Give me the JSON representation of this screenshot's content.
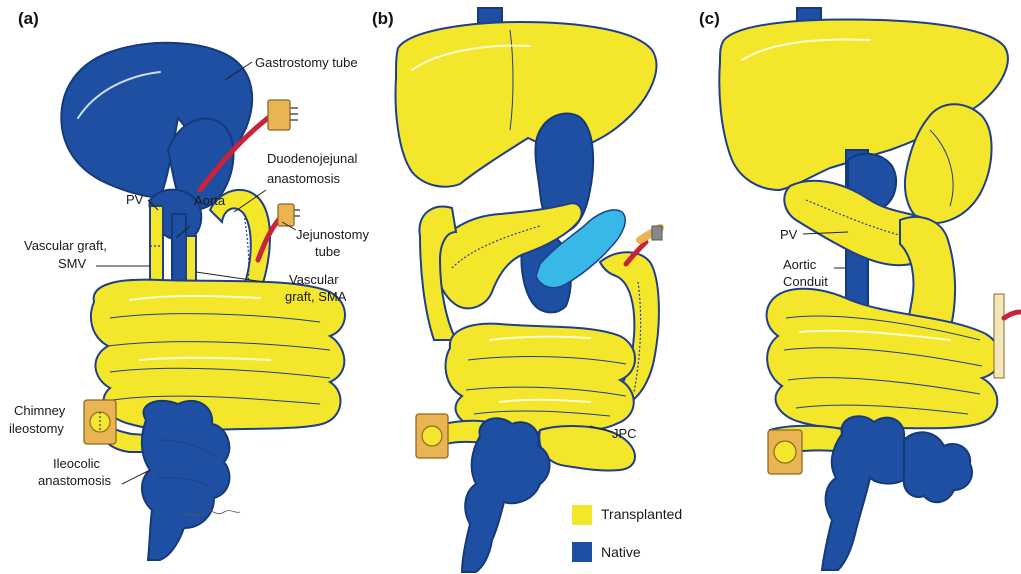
{
  "panels": {
    "a": "(a)",
    "b": "(b)",
    "c": "(c)"
  },
  "labels_a": {
    "gastrostomy": "Gastrostomy tube",
    "duodeno_1": "Duodenojejunal",
    "duodeno_2": "anastomosis",
    "pv": "PV",
    "aorta": "Aorta",
    "jejuno_1": "Jejunostomy",
    "jejuno_2": "tube",
    "vsmv_1": "Vascular graft,",
    "vsmv_2": "SMV",
    "vsma_1": "Vascular",
    "vsma_2": "graft, SMA",
    "chimney_1": "Chimney",
    "chimney_2": "ileostomy",
    "ileocolic_1": "Ileocolic",
    "ileocolic_2": "anastomosis"
  },
  "labels_b": {
    "jpc": "JPC"
  },
  "labels_c": {
    "pv": "PV",
    "aortic_1": "Aortic",
    "aortic_2": "Conduit"
  },
  "legend": {
    "transplanted": "Transplanted",
    "native": "Native",
    "transplanted_color": "#f4e62a",
    "native_color": "#1f4fa3"
  }
}
